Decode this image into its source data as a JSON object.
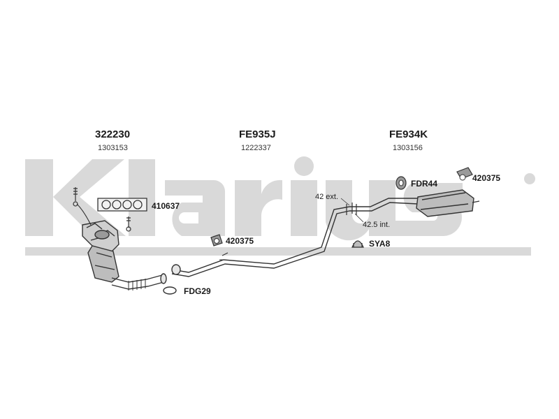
{
  "watermark": {
    "text": "Klarius",
    "color": "#d9d9d9"
  },
  "groups": [
    {
      "code": "322230",
      "ref": "1303153"
    },
    {
      "code": "FE935J",
      "ref": "1222337"
    },
    {
      "code": "FE934K",
      "ref": "1303156"
    }
  ],
  "parts": {
    "gasket_set": "410637",
    "hanger_mid": "420375",
    "gasket_front": "FDG29",
    "hanger_rear_top": "420375",
    "rubber_mount": "FDR44",
    "clamp": "SYA8"
  },
  "notes": {
    "ext": "42 ext.",
    "int": "42.5 int."
  },
  "colors": {
    "line": "#333333",
    "text": "#1a1a1a"
  }
}
